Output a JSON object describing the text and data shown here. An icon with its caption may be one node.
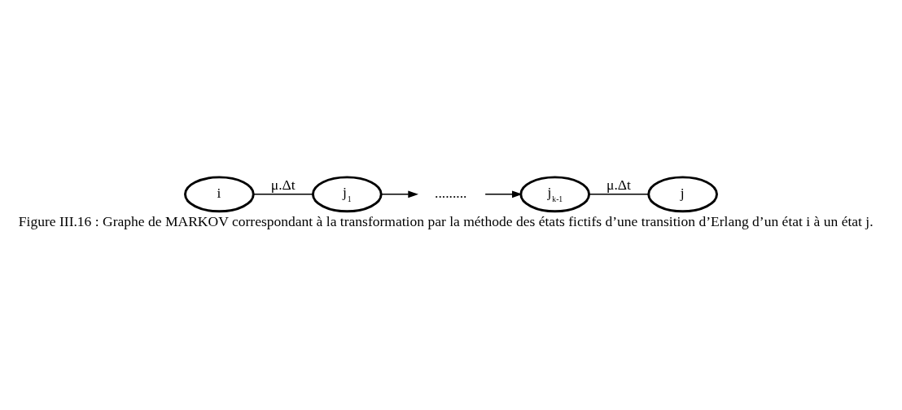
{
  "diagram": {
    "caption": "Figure III.16 : Graphe de MARKOV correspondant à la transformation par la méthode des états fictifs d’une transition d’Erlang d’un état i à un état j.",
    "nodes": [
      {
        "text": [
          "i"
        ]
      },
      {
        "text": [
          "j$_{1}$"
        ]
      },
      {
        "text": [
          "........."
        ]
      },
      {
        "text": [
          "j$_{k-1}$"
        ]
      },
      {
        "text": [
          "j"
        ]
      }
    ],
    "edges": [
      {
        "from": 0,
        "to": 1,
        "arrow": "none",
        "label": "μ.Δt"
      },
      {
        "from": 1,
        "to": 2,
        "arrow": "to"
      },
      {
        "from": 2,
        "to": 3,
        "arrow": "to"
      },
      {
        "from": 3,
        "to": 4,
        "arrow": "none",
        "label": "μ.Δt"
      }
    ]
  }
}
